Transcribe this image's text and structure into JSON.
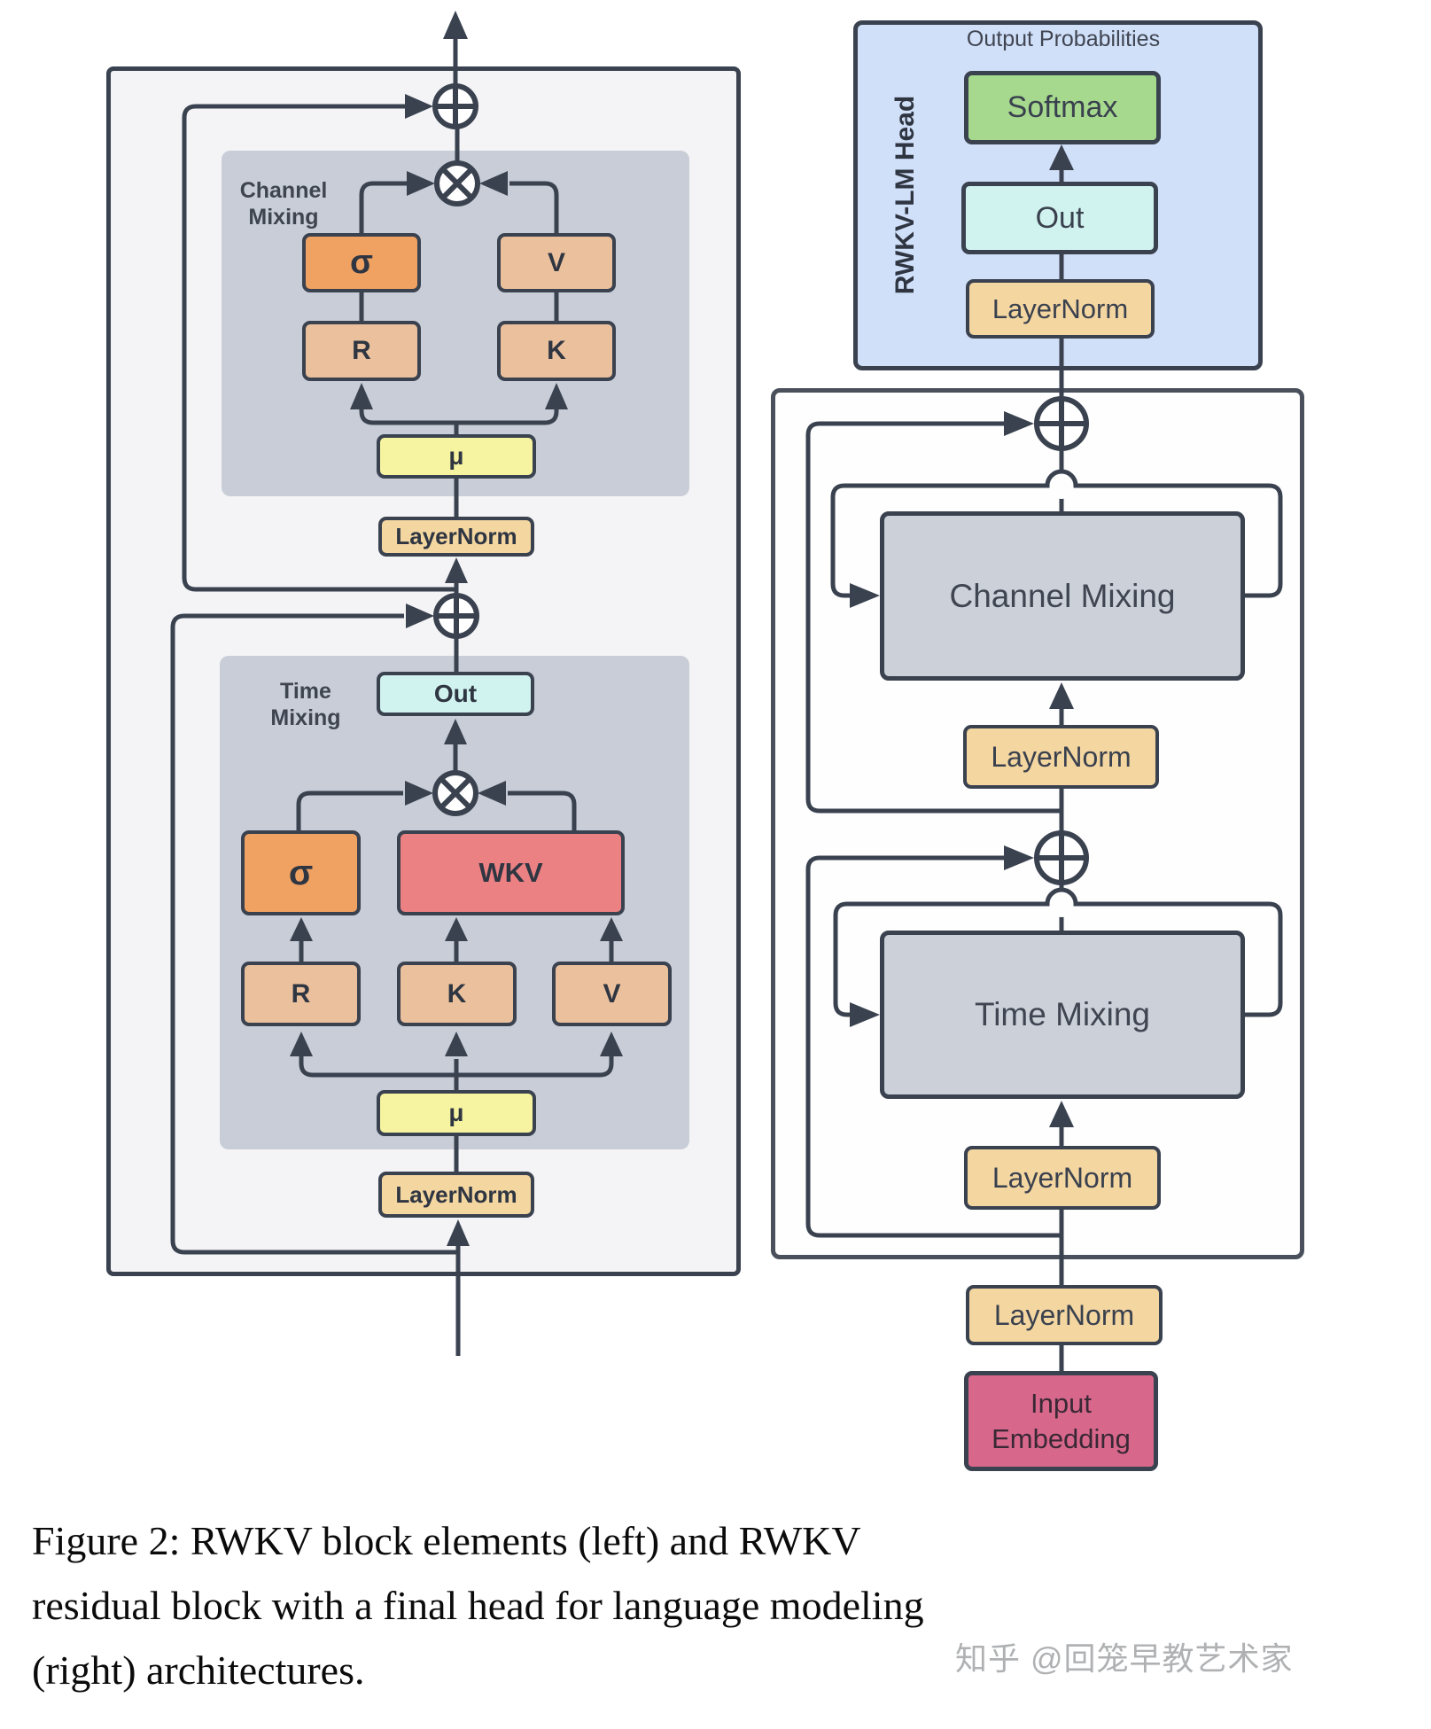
{
  "figure": {
    "caption_line1": "Figure 2:  RWKV block elements (left) and RWKV",
    "caption_line2": "residual block with a final head for language modeling",
    "caption_line3": "(right) architectures.",
    "watermark": "知乎 @回笼早教艺术家"
  },
  "left": {
    "channel": {
      "label_line1": "Channel",
      "label_line2": "Mixing",
      "sigma": "σ",
      "v": "V",
      "r": "R",
      "k": "K",
      "mu": "μ"
    },
    "layernorm_channel": "LayerNorm",
    "time": {
      "label_line1": "Time",
      "label_line2": "Mixing",
      "out": "Out",
      "sigma": "σ",
      "wkv": "WKV",
      "r": "R",
      "k": "K",
      "v": "V",
      "mu": "μ"
    },
    "layernorm_time": "LayerNorm"
  },
  "right": {
    "head": {
      "title": "Output Probabilities",
      "side_label": "RWKV-LM Head",
      "softmax": "Softmax",
      "out": "Out",
      "layernorm": "LayerNorm"
    },
    "residual": {
      "channel_mixing": "Channel Mixing",
      "layernorm_mid": "LayerNorm",
      "time_mixing": "Time Mixing",
      "layernorm_bottom": "LayerNorm"
    },
    "layernorm_outer": "LayerNorm",
    "input_embedding_line1": "Input",
    "input_embedding_line2": "Embedding"
  },
  "colors": {
    "line": "#3A4250",
    "panel_light": "#F4F4F6",
    "panel_gray": "#C8CDD7",
    "panel_blue": "#D1E0F9",
    "box_orange": "#F0A262",
    "box_tan": "#EBC19D",
    "box_yellow": "#F6F4A1",
    "box_wheat": "#F4D6A1",
    "box_cyan": "#D1F3EF",
    "box_red": "#EC8183",
    "box_green": "#A6D98E",
    "box_magenta": "#D7688C"
  }
}
